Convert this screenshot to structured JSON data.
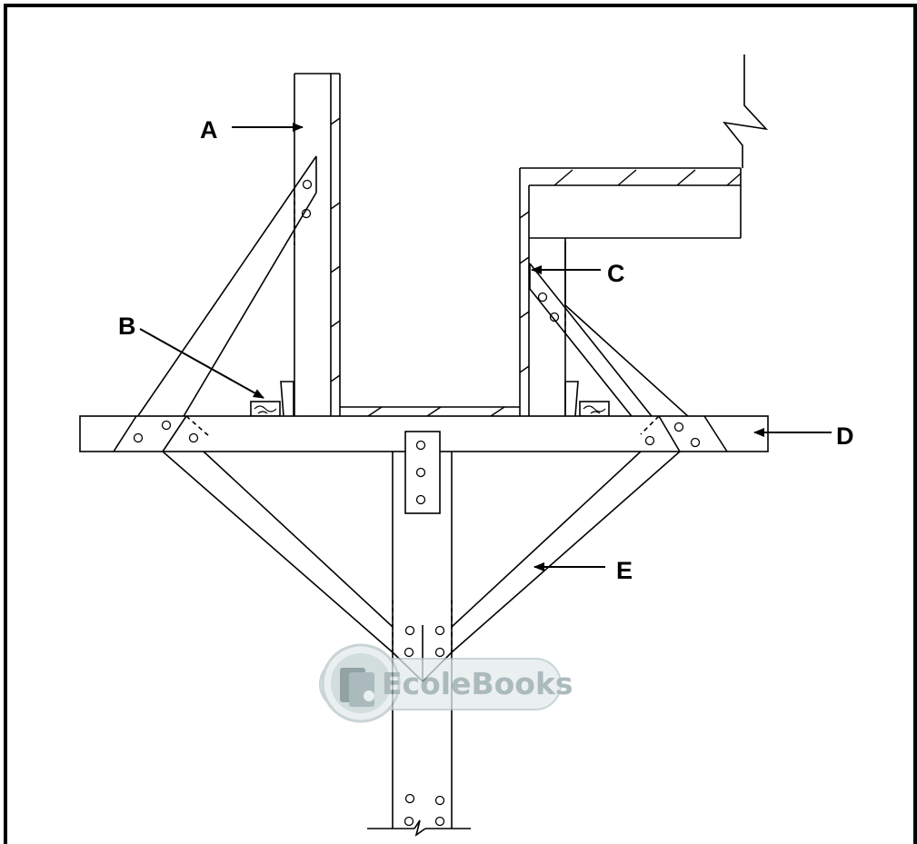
{
  "labels": {
    "a": "A",
    "b": "B",
    "c": "C",
    "d": "D",
    "e": "E"
  },
  "watermark": {
    "text": "EcoleBooks"
  },
  "colors": {
    "line": "#000000",
    "watermark": "#8fa4a8"
  }
}
